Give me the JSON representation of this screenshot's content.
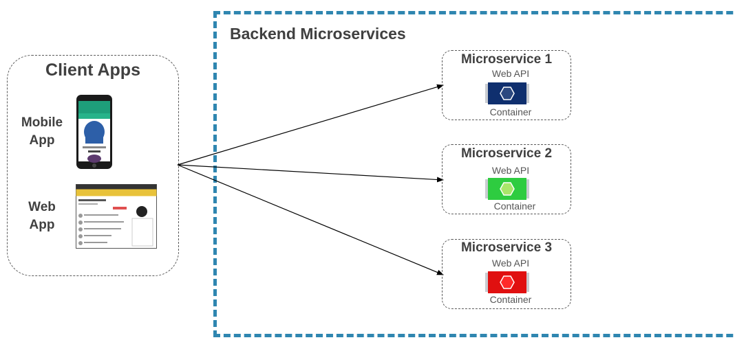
{
  "backend": {
    "title": "Backend Microservices"
  },
  "client": {
    "title": "Client Apps",
    "mobile": {
      "line1": "Mobile",
      "line2": "App"
    },
    "web": {
      "line1": "Web",
      "line2": "App"
    }
  },
  "microservices": [
    {
      "title": "Microservice 1",
      "api": "Web API",
      "container": "Container",
      "color": "#0f2f6e"
    },
    {
      "title": "Microservice 2",
      "api": "Web API",
      "container": "Container",
      "color": "#2ecc40"
    },
    {
      "title": "Microservice 3",
      "api": "Web API",
      "container": "Container",
      "color": "#e01010"
    }
  ],
  "colors": {
    "frame": "#2f86b0"
  }
}
